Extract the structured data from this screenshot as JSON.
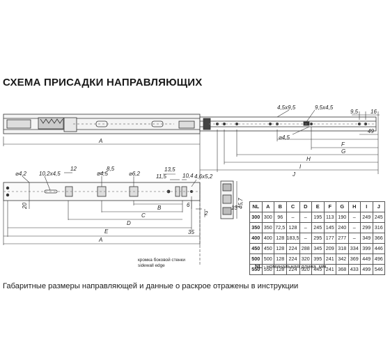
{
  "title": "СХЕМА ПРИСАДКИ НАПРАВЛЯЮЩИХ",
  "caption": "Габаритные размеры направляющей и данные о раскрое отражены в инструкции",
  "sidewall": {
    "ru": "кромка боковой стенки",
    "en": "sidewall edge"
  },
  "dims_top": {
    "left_A": "A",
    "r_4x95": "4,5x9,5",
    "r_95x45": "9,5x4,5",
    "r_95": "9,5",
    "r_16": "16",
    "r_49": "49",
    "r_45": "⌀4,5",
    "F": "F",
    "G": "G",
    "H": "H",
    "I": "I",
    "J": "J"
  },
  "dims_bottom": {
    "d42": "⌀4,2",
    "d102": "10,2x4,5",
    "d12": "12",
    "d85": "8,5",
    "d45": "⌀4,5",
    "d62": "⌀6,2",
    "d135": "13,5",
    "d115": "11,5",
    "d104": "10,4",
    "d46": "4,6x5,2",
    "d6": "6",
    "d2": "2",
    "d20": "20",
    "d35": "35",
    "d457": "45,7",
    "d13": "13",
    "B": "B",
    "C": "C",
    "D": "D",
    "E": "E",
    "A": "A"
  },
  "table": {
    "headers": [
      "NL",
      "A",
      "B",
      "C",
      "D",
      "E",
      "F",
      "G",
      "H",
      "I",
      "J"
    ],
    "rows": [
      [
        "300",
        "300",
        "96",
        "–",
        "–",
        "195",
        "113",
        "190",
        "–",
        "249",
        "245"
      ],
      [
        "350",
        "350",
        "72,5",
        "128",
        "–",
        "245",
        "145",
        "240",
        "–",
        "299",
        "316"
      ],
      [
        "400",
        "400",
        "128",
        "183,5",
        "–",
        "295",
        "177",
        "277",
        "–",
        "349",
        "366"
      ],
      [
        "450",
        "450",
        "128",
        "224",
        "288",
        "345",
        "209",
        "318",
        "334",
        "399",
        "446"
      ],
      [
        "500",
        "500",
        "128",
        "224",
        "320",
        "395",
        "241",
        "342",
        "369",
        "449",
        "496"
      ],
      [
        "550",
        "550",
        "128",
        "224",
        "320",
        "445",
        "241",
        "368",
        "433",
        "499",
        "546"
      ]
    ]
  },
  "note": {
    "key": "NL",
    "text": " - номинальная длина, мм."
  }
}
